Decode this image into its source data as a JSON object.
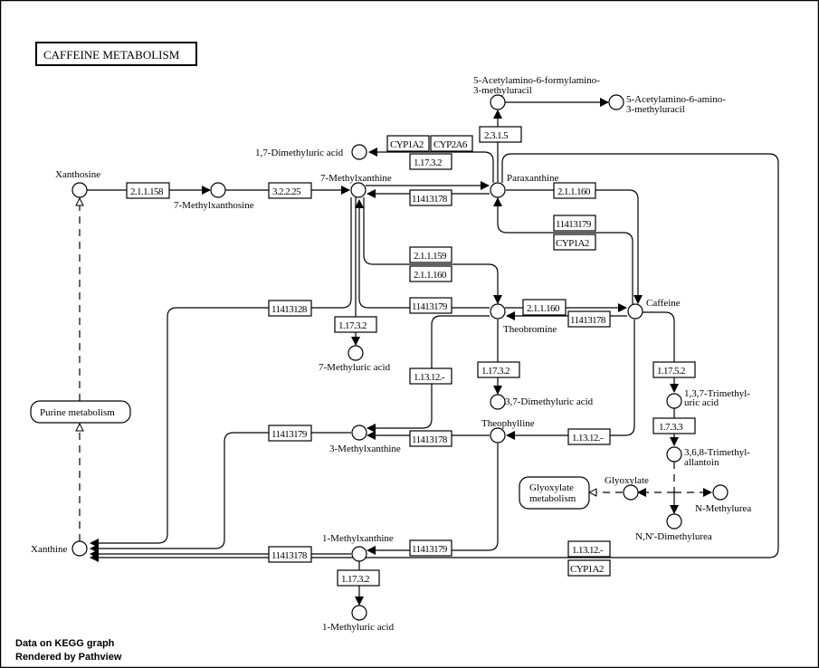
{
  "title": "CAFFEINE METABOLISM",
  "footer": [
    "Data on KEGG graph",
    "Rendered by Pathview"
  ],
  "compounds": {
    "xanthosine": "Xanthosine",
    "methylxanthosine7": "7-Methylxanthosine",
    "methylxanthine7": "7-Methylxanthine",
    "dimethyluric17": "1,7-Dimethyluric acid",
    "paraxanthine": "Paraxanthine",
    "acetylformyl": [
      "5-Acetylamino-6-formylamino-",
      "3-methyluracil"
    ],
    "acetylamino": [
      "5-Acetylamino-6-amino-",
      "3-methyluracil"
    ],
    "caffeine": "Caffeine",
    "theobromine": "Theobromine",
    "methyluric7": "7-Methyluric acid",
    "dimethyluric37": "3,7-Dimethyluric acid",
    "theophylline": "Theophylline",
    "methylxanthine3": "3-Methylxanthine",
    "methylxanthine1": "1-Methylxanthine",
    "methyluric1": "1-Methyluric acid",
    "xanthine": "Xanthine",
    "trimethyluric": [
      "1,3,7-Trimethyl-",
      "uric acid"
    ],
    "trimethylallantoin": [
      "3,6,8-Trimethyl-",
      "allantoin"
    ],
    "glyoxylate": "Glyoxylate",
    "methylurea": "N-Methylurea",
    "dimethylurea": "N,N'-Dimethylurea"
  },
  "maps": {
    "purine": "Purine metabolism",
    "glyoxylate": [
      "Glyoxylate",
      "metabolism"
    ]
  },
  "enzymes": {
    "e_2_1_1_158": "2.1.1.158",
    "e_3_2_2_25": "3.2.2.25",
    "e_cyp1a2_a": "CYP1A2",
    "e_cyp2a6": "CYP2A6",
    "e_1_17_3_2_a": "1.17.3.2",
    "e_2_3_1_5": "2.3.1.5",
    "e_1141317_8_a": "11413178",
    "e_2_1_1_160_a": "2.1.1.160",
    "e_1141317_9_a": "11413179",
    "e_cyp1a2_b": "CYP1A2",
    "e_2_1_1_159": "2.1.1.159",
    "e_2_1_1_160_b": "2.1.1.160",
    "e_1141312_8": "11413128",
    "e_1141317_9_b": "11413179",
    "e_2_1_1_160_c": "2.1.1.160",
    "e_1141317_8_b": "11413178",
    "e_1_17_3_2_b": "1.17.3.2",
    "e_1_13_12_a": "1.13.12.-",
    "e_1_17_3_2_c": "1.17.3.2",
    "e_1_17_5_2": "1.17.5.2",
    "e_1_7_3_3": "1.7.3.3",
    "e_1141317_9_c": "11413179",
    "e_1141317_8_c": "11413178",
    "e_1_13_12_b": "1.13.12.-",
    "e_1141317_8_d": "11413178",
    "e_1141317_9_d": "11413179",
    "e_1_17_3_2_d": "1.17.3.2",
    "e_1_13_12_c": "1.13.12.-",
    "e_cyp1a2_c": "CYP1A2"
  }
}
